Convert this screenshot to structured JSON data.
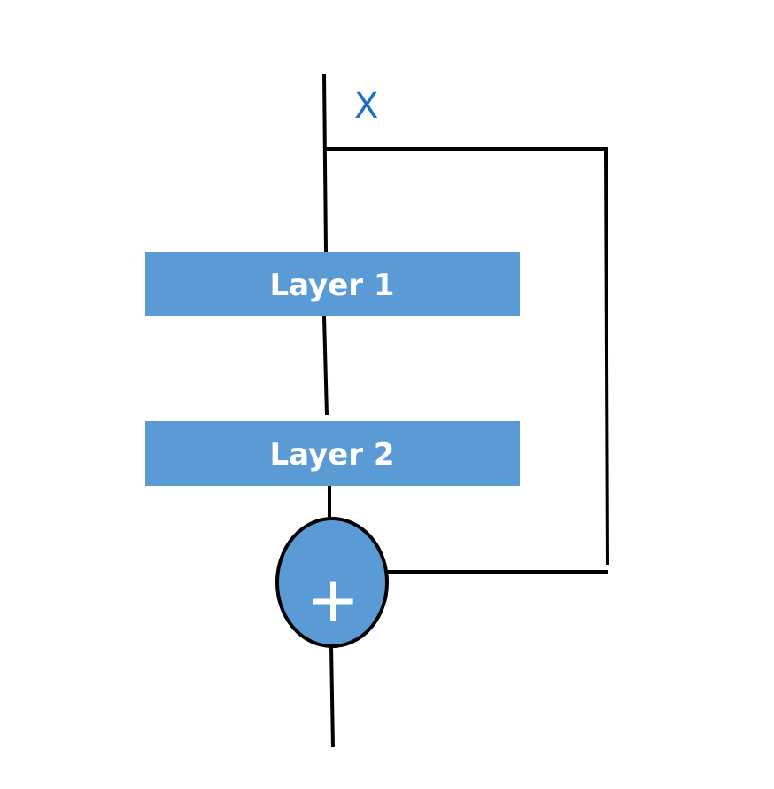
{
  "input": {
    "label": "X"
  },
  "layers": [
    {
      "label": "Layer 1"
    },
    {
      "label": "Layer 2"
    }
  ],
  "sum_node": {
    "symbol": "+"
  },
  "colors": {
    "box_fill": "#5b9bd5",
    "box_text": "#ffffff",
    "input_label": "#1f6fbf",
    "line": "#000000",
    "sum_fill": "#5b9bd5",
    "sum_stroke": "#000000"
  }
}
